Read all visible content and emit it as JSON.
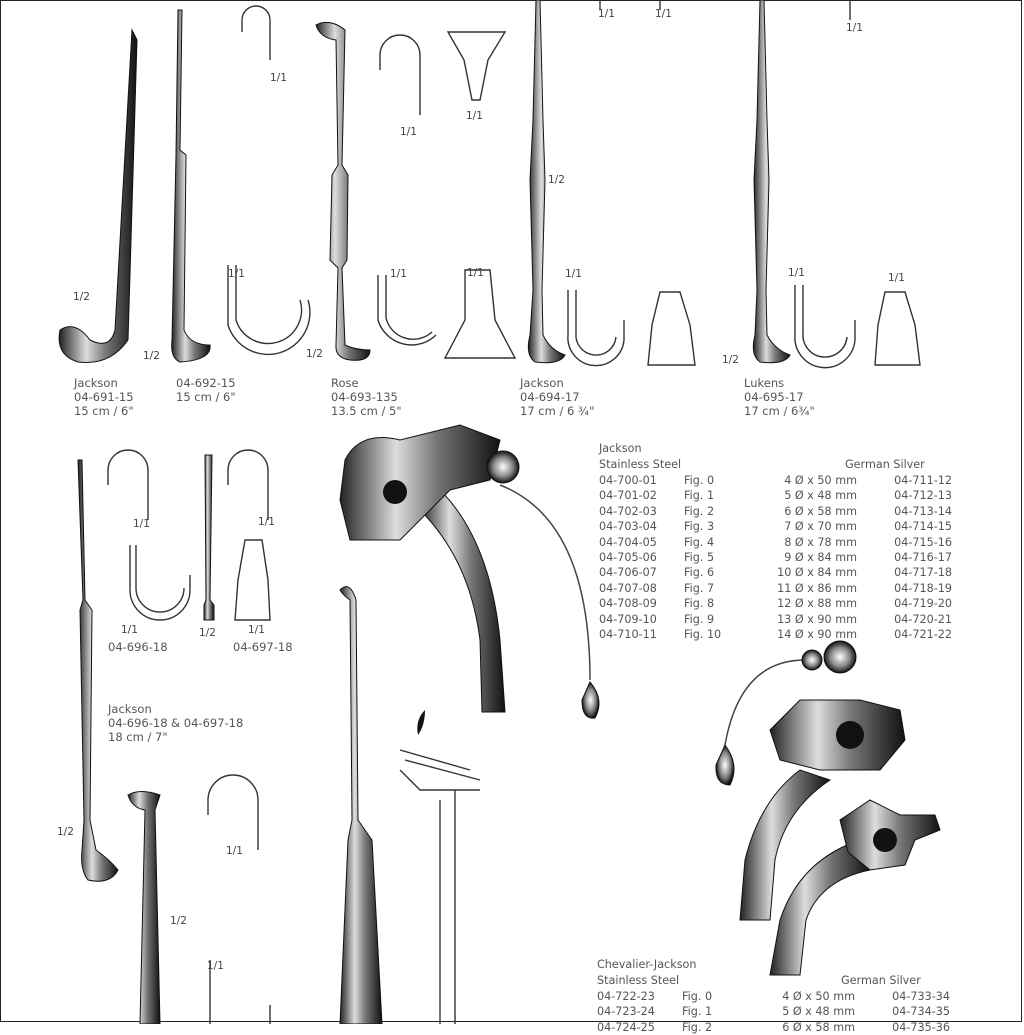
{
  "products": [
    {
      "name": "Jackson",
      "code": "04-691-15",
      "size": "15 cm / 6\""
    },
    {
      "name": "",
      "code": "04-692-15",
      "size": "15 cm / 6\""
    },
    {
      "name": "Rose",
      "code": "04-693-135",
      "size": "13.5 cm / 5\""
    },
    {
      "name": "Jackson",
      "code": "04-694-17",
      "size": "17 cm / 6 ¾\""
    },
    {
      "name": "Lukens",
      "code": "04-695-17",
      "size": "17 cm / 6¾\""
    }
  ],
  "jackson_pair": {
    "code_a": "04-696-18",
    "code_b": "04-697-18",
    "name": "Jackson",
    "codes": "04-696-18 & 04-697-18",
    "size": "18 cm / 7\""
  },
  "scales": {
    "full": "1/1",
    "half": "1/2"
  },
  "table1": {
    "title": "Jackson",
    "left_header": "Stainless Steel",
    "right_header": "German Silver",
    "rows": [
      [
        "04-700-01",
        "Fig. 0",
        "4 Ø x 50 mm",
        "04-711-12"
      ],
      [
        "04-701-02",
        "Fig. 1",
        "5 Ø x 48 mm",
        "04-712-13"
      ],
      [
        "04-702-03",
        "Fig. 2",
        "6 Ø x 58 mm",
        "04-713-14"
      ],
      [
        "04-703-04",
        "Fig. 3",
        "7 Ø x 70 mm",
        "04-714-15"
      ],
      [
        "04-704-05",
        "Fig. 4",
        "8 Ø x 78 mm",
        "04-715-16"
      ],
      [
        "04-705-06",
        "Fig. 5",
        "9 Ø x 84 mm",
        "04-716-17"
      ],
      [
        "04-706-07",
        "Fig. 6",
        "10 Ø x 84 mm",
        "04-717-18"
      ],
      [
        "04-707-08",
        "Fig. 7",
        "11 Ø x 86 mm",
        "04-718-19"
      ],
      [
        "04-708-09",
        "Fig. 8",
        "12 Ø x 88 mm",
        "04-719-20"
      ],
      [
        "04-709-10",
        "Fig. 9",
        "13 Ø x 90 mm",
        "04-720-21"
      ],
      [
        "04-710-11",
        "Fig. 10",
        "14 Ø x 90 mm",
        "04-721-22"
      ]
    ]
  },
  "table2": {
    "title": "Chevalier-Jackson",
    "left_header": "Stainless Steel",
    "right_header": "German Silver",
    "rows": [
      [
        "04-722-23",
        "Fig. 0",
        "4 Ø x 50 mm",
        "04-733-34"
      ],
      [
        "04-723-24",
        "Fig. 1",
        "5 Ø x 48 mm",
        "04-734-35"
      ],
      [
        "04-724-25",
        "Fig. 2",
        "6 Ø x 58 mm",
        "04-735-36"
      ]
    ]
  }
}
